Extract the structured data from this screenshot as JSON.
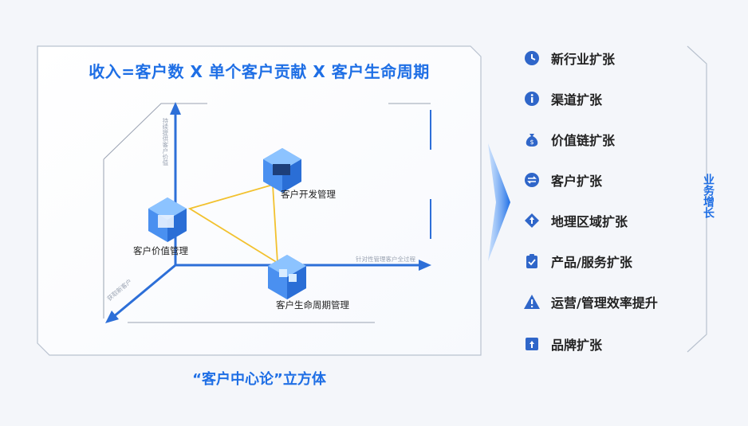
{
  "diagram": {
    "formula": "收入=客户数 X 单个客户贡献 X 客户生命周期",
    "caption": "“客户中心论”立方体",
    "nodes": {
      "value_mgmt": "客户价值管理",
      "dev_mgmt": "客户开发管理",
      "lifecycle_mgmt": "客户生命周期管理"
    },
    "axes": {
      "vertical": "持续提供客户价值",
      "horizontal": "针对性管理客户全过程",
      "diagonal": "获取新客户"
    }
  },
  "growth_list": {
    "items": [
      {
        "label": "新行业扩张",
        "icon": "clock-icon"
      },
      {
        "label": "渠道扩张",
        "icon": "info-icon"
      },
      {
        "label": "价值链扩张",
        "icon": "money-bag-icon"
      },
      {
        "label": "客户扩张",
        "icon": "exchange-icon"
      },
      {
        "label": "地理区域扩张",
        "icon": "location-icon"
      },
      {
        "label": "产品/服务扩张",
        "icon": "clipboard-icon"
      },
      {
        "label": "运营/管理效率提升",
        "icon": "warning-icon"
      },
      {
        "label": "品牌扩张",
        "icon": "upload-icon"
      }
    ],
    "side_label": "业务增长"
  },
  "colors": {
    "accent": "#1f6fe5",
    "triangle": "#f2c12e",
    "axis": "#2d6fd8",
    "text": "#222222"
  }
}
